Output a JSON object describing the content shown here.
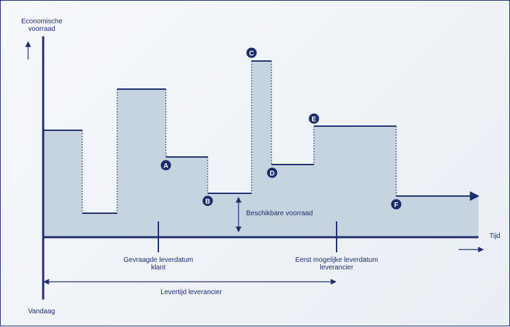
{
  "colors": {
    "navy": "#1d2c6b",
    "area_fill": "#c5d4df",
    "background": "#eef2f6"
  },
  "labels": {
    "y_axis_line1": "Economische",
    "y_axis_line2": "voorraad",
    "x_axis": "Tijd",
    "today": "Vandaag",
    "requested_line1": "Gevraagde leverdatum",
    "requested_line2": "klant",
    "earliest_line1": "Eerst mogelijke leverdatum",
    "earliest_line2": "leverancier",
    "available_stock": "Beschikbare voorraad",
    "lead_time": "Levertijd leverancier"
  },
  "markers": [
    {
      "name": "marker-a",
      "letter": "A"
    },
    {
      "name": "marker-b",
      "letter": "B"
    },
    {
      "name": "marker-c",
      "letter": "C"
    },
    {
      "name": "marker-d",
      "letter": "D"
    },
    {
      "name": "marker-e",
      "letter": "E"
    },
    {
      "name": "marker-f",
      "letter": "F"
    }
  ],
  "icons": {
    "y_arrow": "arrow-up-icon",
    "x_arrow": "arrow-right-icon",
    "level_arrow": "arrow-right-icon",
    "available_arrow": "double-arrow-vertical-icon",
    "lead_time_arrow": "double-arrow-horizontal-icon"
  }
}
